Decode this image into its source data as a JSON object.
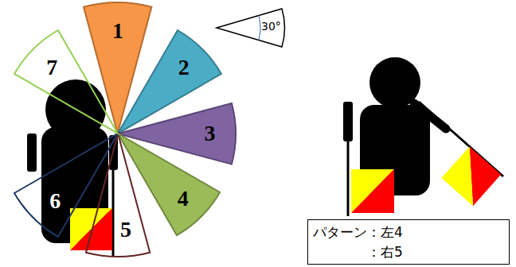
{
  "diagram": {
    "nodes": [
      {
        "text": [
          "1"
        ]
      },
      {
        "text": [
          "2"
        ]
      },
      {
        "text": [
          "3"
        ]
      },
      {
        "text": [
          "4"
        ]
      },
      {
        "text": [
          "5"
        ]
      },
      {
        "text": [
          "6"
        ]
      },
      {
        "text": [
          "7"
        ]
      },
      {
        "text": [
          "30°"
        ]
      },
      {
        "text": [
          "パターン：左4",
          "：右5"
        ]
      }
    ]
  }
}
